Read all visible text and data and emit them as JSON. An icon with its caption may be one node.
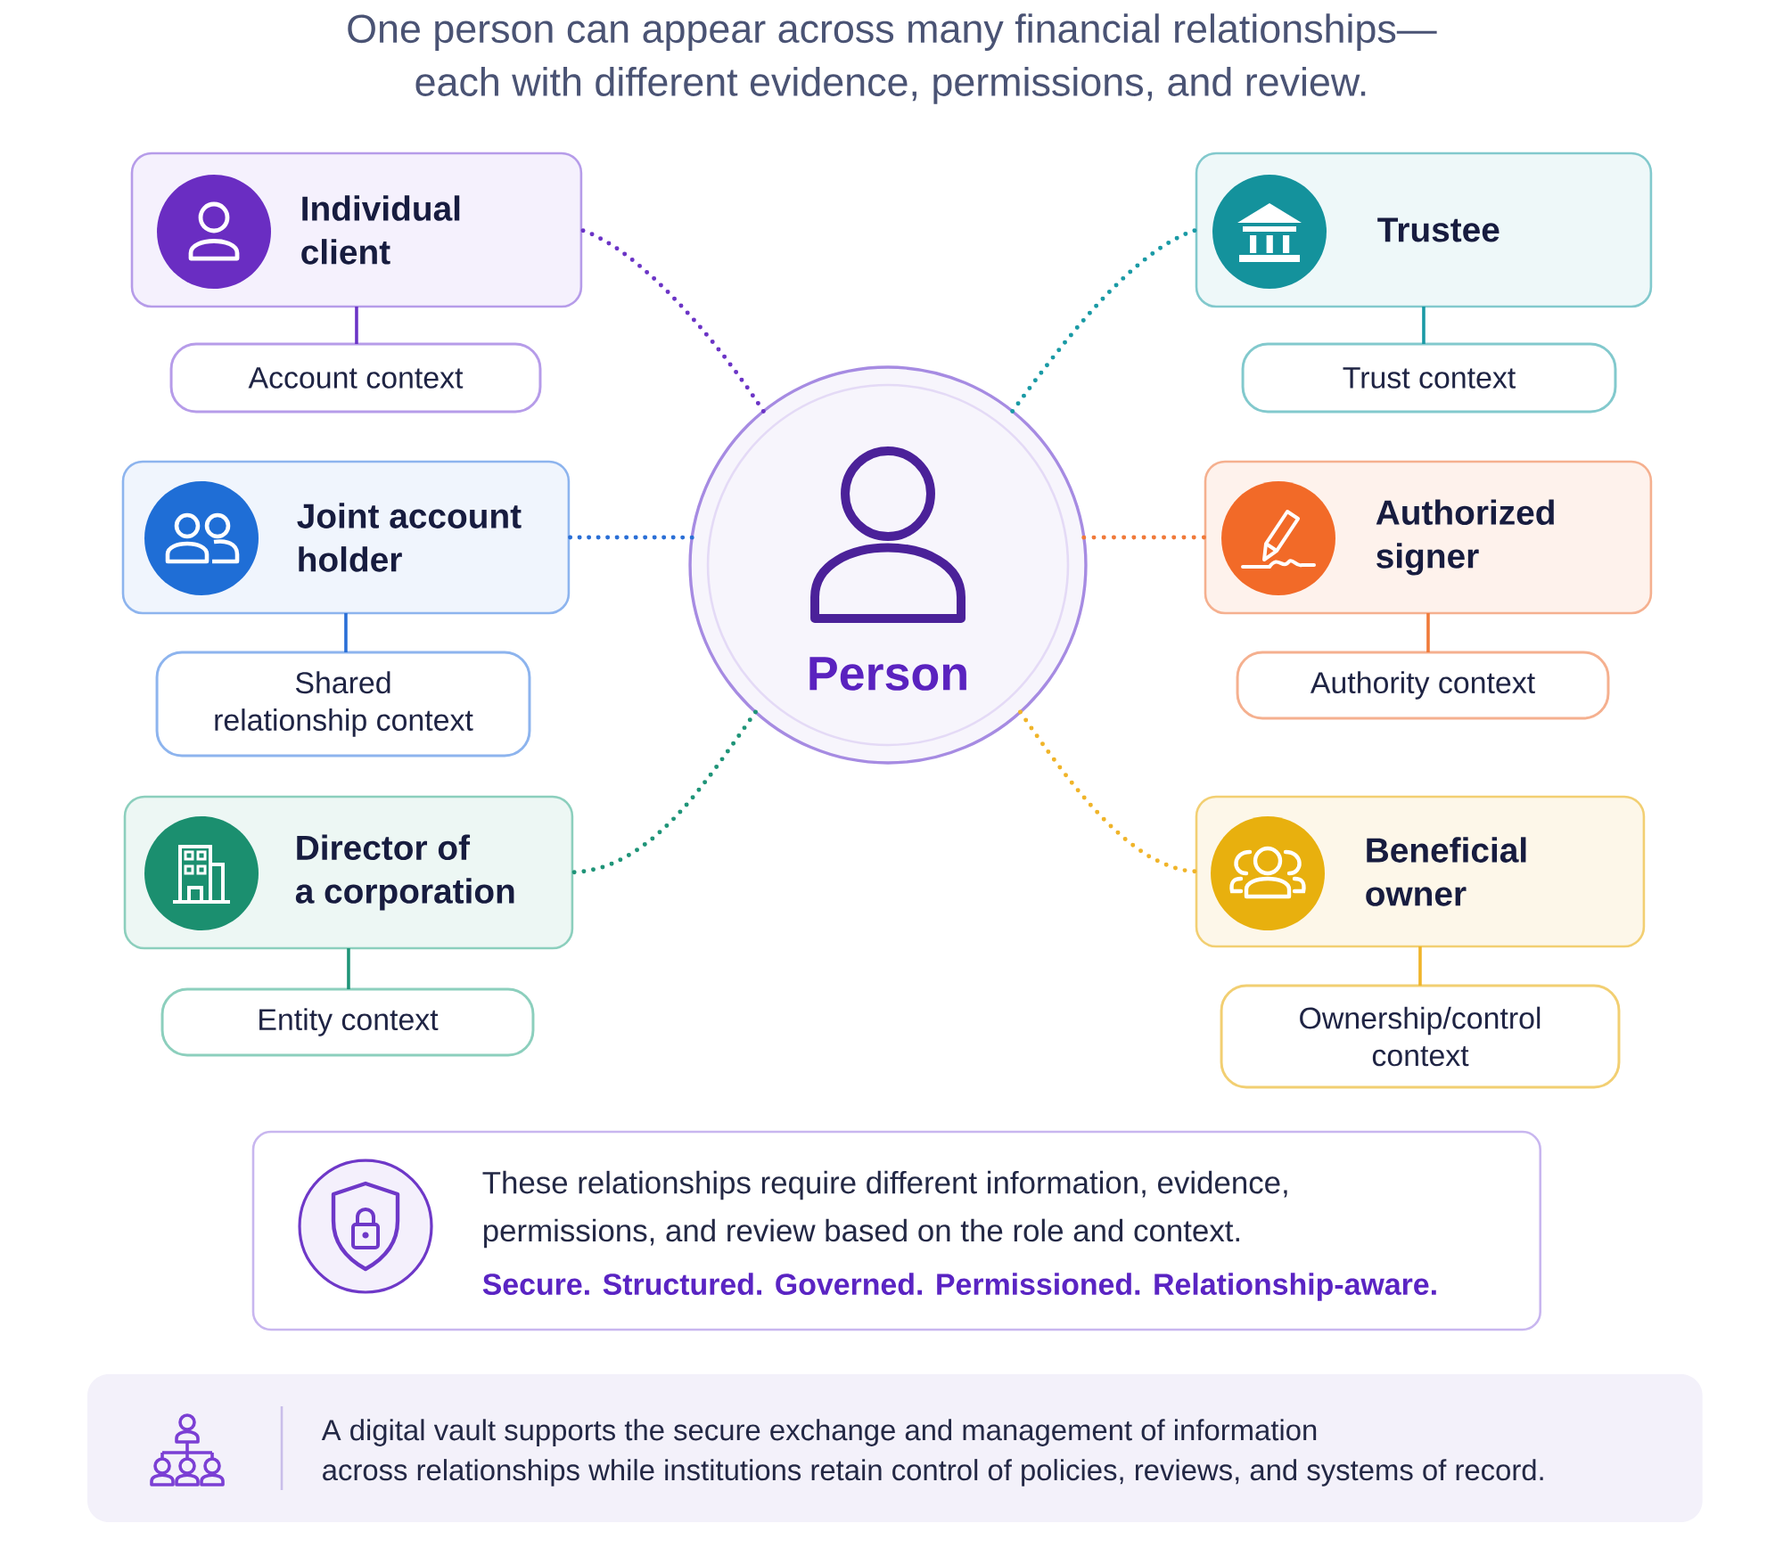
{
  "diagram": {
    "title": "One person can appear across many financial relationships— each with different evidence, permissions, and review.",
    "nodes": [
      {
        "text": [
          "Individual client"
        ]
      },
      {
        "text": [
          "Account context"
        ]
      },
      {
        "text": [
          "Trustee"
        ]
      },
      {
        "text": [
          "Trust context"
        ]
      },
      {
        "text": [
          "Joint account holder"
        ]
      },
      {
        "text": [
          "Person"
        ]
      },
      {
        "text": [
          "Authorized signer"
        ]
      },
      {
        "text": [
          "Shared relationship context"
        ]
      },
      {
        "text": [
          "Authority context"
        ]
      },
      {
        "text": [
          "Director of a corporation"
        ]
      },
      {
        "text": [
          "Beneficial owner"
        ]
      },
      {
        "text": [
          "Entity context"
        ]
      },
      {
        "text": [
          "Ownership/control context"
        ]
      },
      {
        "text": [
          "These relationships require different information, evidence, permissions, and review based on the role and context.",
          "Secure. Structured. Governed. Permissioned. Relationship-aware."
        ]
      },
      {
        "text": [
          "A digital vault supports the secure exchange and management of information across relationships while institutions retain control of policies, reviews, and systems of record."
        ]
      }
    ],
    "edges": [
      {
        "from": 5,
        "to": 0,
        "arrow": "none",
        "style": "dashed",
        "color": "#6b34c6"
      },
      {
        "from": 5,
        "to": 2,
        "arrow": "none",
        "style": "dashed",
        "color": "#1a9aa5"
      },
      {
        "from": 5,
        "to": 4,
        "arrow": "none",
        "style": "dashed",
        "color": "#2a6fd6"
      },
      {
        "from": 5,
        "to": 6,
        "arrow": "none",
        "style": "dashed",
        "color": "#f07a3a"
      },
      {
        "from": 5,
        "to": 9,
        "arrow": "none",
        "style": "dashed",
        "color": "#1f9478"
      },
      {
        "from": 5,
        "to": 10,
        "arrow": "none",
        "style": "dashed",
        "color": "#f0b429"
      },
      {
        "from": 0,
        "to": 1,
        "arrow": "none",
        "color": "#6b34c6"
      },
      {
        "from": 2,
        "to": 3,
        "arrow": "none",
        "color": "#1a9aa5"
      },
      {
        "from": 4,
        "to": 7,
        "arrow": "none",
        "color": "#2a6fd6"
      },
      {
        "from": 6,
        "to": 8,
        "arrow": "none",
        "color": "#f07a3a"
      },
      {
        "from": 9,
        "to": 11,
        "arrow": "none",
        "color": "#1f9478"
      },
      {
        "from": 10,
        "to": 12,
        "arrow": "none",
        "color": "#f0b429"
      }
    ]
  }
}
